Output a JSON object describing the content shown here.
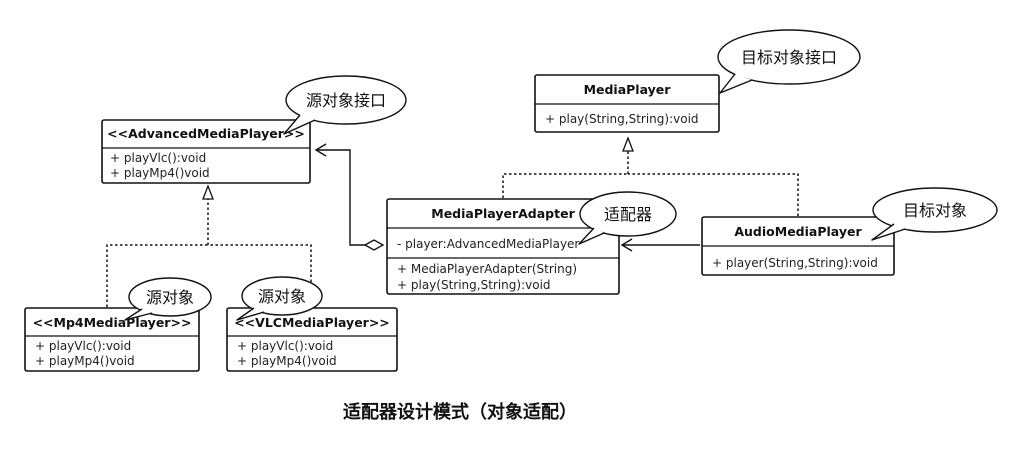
{
  "classes": {
    "advanced": {
      "title": "<<AdvancedMediaPlayer>>",
      "members": [
        "+ playVlc():void",
        "+ playMp4()void"
      ]
    },
    "mp4": {
      "title": "<<Mp4MediaPlayer>>",
      "members": [
        "+ playVlc():void",
        "+ playMp4()void"
      ]
    },
    "vlc": {
      "title": "<<VLCMediaPlayer>>",
      "members": [
        "+ playVlc():void",
        "+ playMp4()void"
      ]
    },
    "media": {
      "title": "MediaPlayer",
      "members": [
        "+ play(String,String):void"
      ]
    },
    "adapter": {
      "title": "MediaPlayerAdapter",
      "fields": [
        "- player:AdvancedMediaPlayer"
      ],
      "members": [
        "+ MediaPlayerAdapter(String)",
        "+ play(String,String):void"
      ]
    },
    "audio": {
      "title": "AudioMediaPlayer",
      "members": [
        "+ player(String,String):void"
      ]
    }
  },
  "bubbles": {
    "source_interface": "源对象接口",
    "target_interface": "目标对象接口",
    "adapter": "适配器",
    "target": "目标对象",
    "source_mp4": "源对象",
    "source_vlc": "源对象"
  },
  "caption": "适配器设计模式（对象适配）"
}
